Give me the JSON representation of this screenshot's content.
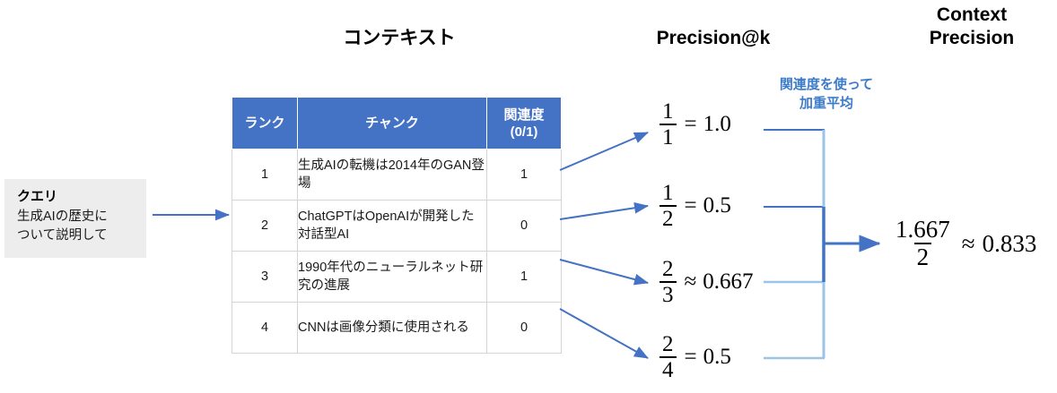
{
  "titles": {
    "context": "コンテキスト",
    "precision_at_k": "Precision@k",
    "context_precision": "Context\nPrecision"
  },
  "query": {
    "label": "クエリ",
    "text": "生成AIの歴史に\nついて説明して"
  },
  "table": {
    "headers": [
      "ランク",
      "チャンク",
      "関連度\n(0/1)"
    ],
    "rows": [
      {
        "rank": "1",
        "chunk": "生成AIの転機は2014年のGAN登場",
        "relevance": "1"
      },
      {
        "rank": "2",
        "chunk": "ChatGPTはOpenAIが開発した対話型AI",
        "relevance": "0"
      },
      {
        "rank": "3",
        "chunk": "1990年代のニューラルネット研究の進展",
        "relevance": "1"
      },
      {
        "rank": "4",
        "chunk": "CNNは画像分類に使用される",
        "relevance": "0"
      }
    ]
  },
  "precision_at_k": [
    {
      "numerator": "1",
      "denominator": "1",
      "relation": "=",
      "value": "1.0"
    },
    {
      "numerator": "1",
      "denominator": "2",
      "relation": "=",
      "value": "0.5"
    },
    {
      "numerator": "2",
      "denominator": "3",
      "relation": "≈",
      "value": "0.667"
    },
    {
      "numerator": "2",
      "denominator": "4",
      "relation": "=",
      "value": "0.5"
    }
  ],
  "weighted_note": "関連度を使って\n加重平均",
  "result": {
    "numerator": "1.667",
    "denominator": "2",
    "relation": "≈",
    "value": "0.833"
  },
  "colors": {
    "header_blue": "#4472C4",
    "arrow_blue": "#4472C4",
    "brace_light_blue": "#9DC3E6",
    "note_blue": "#3D7CC9",
    "query_gray": "#EDEDED",
    "table_border": "#D4D4D4"
  }
}
